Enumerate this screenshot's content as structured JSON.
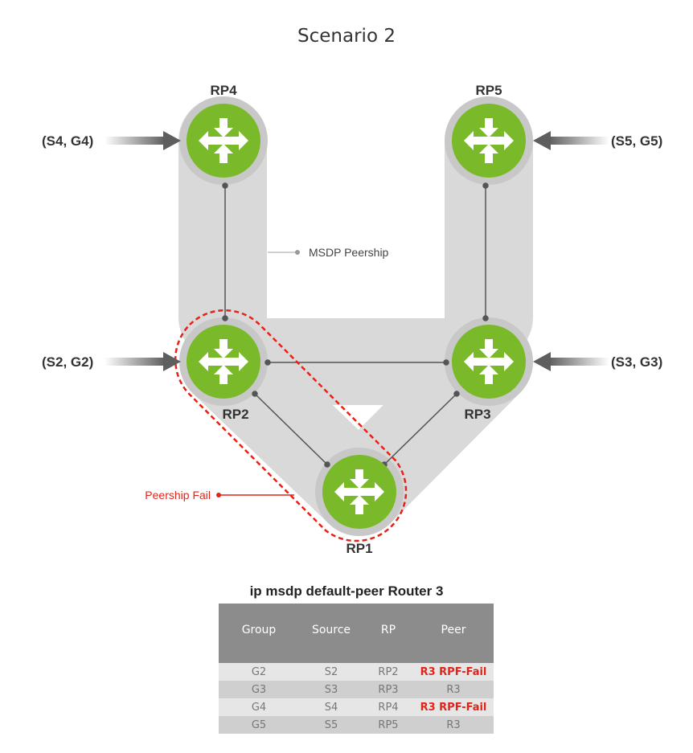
{
  "title": "Scenario 2",
  "routers": [
    {
      "id": "rp4",
      "label": "RP4"
    },
    {
      "id": "rp5",
      "label": "RP5"
    },
    {
      "id": "rp2",
      "label": "RP2"
    },
    {
      "id": "rp3",
      "label": "RP3"
    },
    {
      "id": "rp1",
      "label": "RP1"
    }
  ],
  "sources": [
    {
      "label": "(S4, G4)",
      "target": "RP4"
    },
    {
      "label": "(S5, G5)",
      "target": "RP5"
    },
    {
      "label": "(S2, G2)",
      "target": "RP2"
    },
    {
      "label": "(S3, G3)",
      "target": "RP3"
    }
  ],
  "callouts": {
    "peership": "MSDP Peership",
    "peership_fail": "Peership Fail"
  },
  "table": {
    "title": "ip msdp default-peer Router 3",
    "headers": [
      "Group",
      "Source",
      "RP",
      "Peer"
    ],
    "rows": [
      {
        "group": "G2",
        "source": "S2",
        "rp": "RP2",
        "peer": "R3 RPF-Fail",
        "fail": true
      },
      {
        "group": "G3",
        "source": "S3",
        "rp": "RP3",
        "peer": "R3",
        "fail": false
      },
      {
        "group": "G4",
        "source": "S4",
        "rp": "RP4",
        "peer": "R3 RPF-Fail",
        "fail": true
      },
      {
        "group": "G5",
        "source": "S5",
        "rp": "RP5",
        "peer": "R3",
        "fail": false
      }
    ]
  },
  "colors": {
    "router_green": "#7ab929",
    "band_gray": "#d9d9d9",
    "fail_red": "#e2231a",
    "header_gray": "#8c8c8c"
  }
}
